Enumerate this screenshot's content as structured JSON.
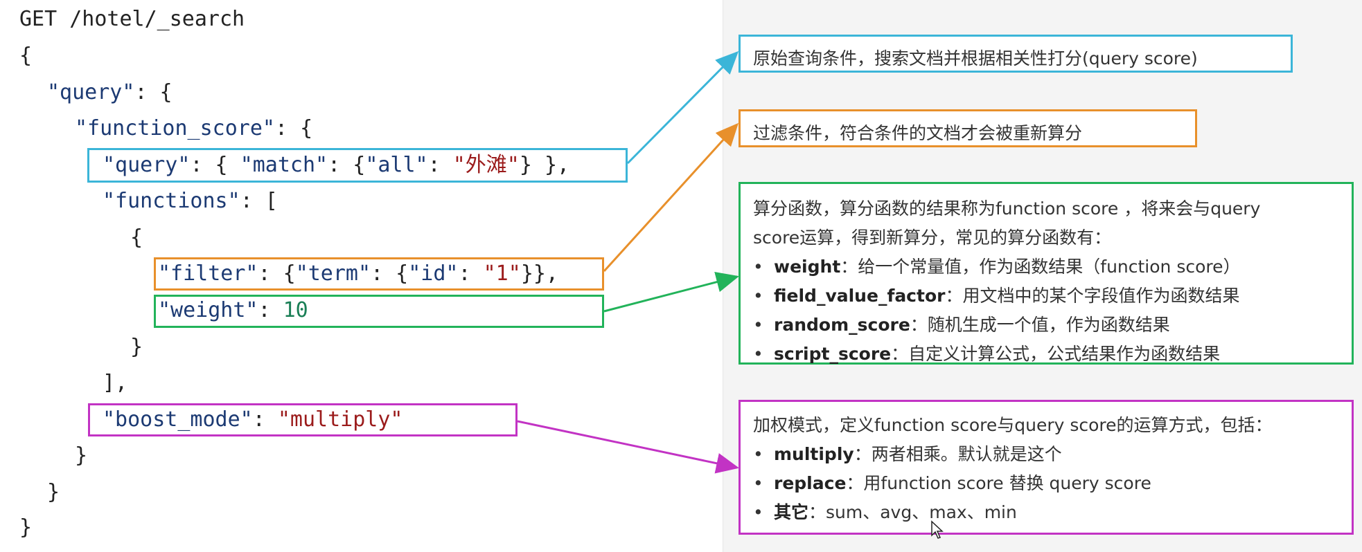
{
  "colors": {
    "query_box": "#3bb5d8",
    "filter_box": "#e8902b",
    "weight_box": "#22b35a",
    "boost_box": "#c233c4",
    "key": "#1c3a73",
    "string": "#9b1b1b",
    "number": "#1a7f56"
  },
  "code": {
    "request_line": "GET /hotel/_search",
    "brace_open": "{",
    "query_key": "\"query\"",
    "function_score_key": "\"function_score\"",
    "inner_query_key": "\"query\"",
    "match_key": "\"match\"",
    "all_key": "\"all\"",
    "all_value": "\"外滩\"",
    "functions_key": "\"functions\"",
    "filter_key": "\"filter\"",
    "term_key": "\"term\"",
    "id_key": "\"id\"",
    "id_value": "\"1\"",
    "weight_key": "\"weight\"",
    "weight_value": "10",
    "boost_mode_key": "\"boost_mode\"",
    "boost_mode_value": "\"multiply\"",
    "brace_close": "}"
  },
  "notes": {
    "query_note": "原始查询条件，搜索文档并根据相关性打分(query score)",
    "filter_note": "过滤条件，符合条件的文档才会被重新算分",
    "functions_note": {
      "intro_line1": "算分函数，算分函数的结果称为function score ，将来会与query",
      "intro_line2": "score运算，得到新算分，常见的算分函数有：",
      "bullet_char": "•",
      "items": [
        {
          "term": "weight",
          "desc": "：给一个常量值，作为函数结果（function score）"
        },
        {
          "term": "field_value_factor",
          "desc": "：用文档中的某个字段值作为函数结果"
        },
        {
          "term": "random_score",
          "desc": "：随机生成一个值，作为函数结果"
        },
        {
          "term": "script_score",
          "desc": "：自定义计算公式，公式结果作为函数结果"
        }
      ]
    },
    "boost_note": {
      "intro": "加权模式，定义function score与query score的运算方式，包括：",
      "items": [
        {
          "term": "multiply",
          "desc": "：两者相乘。默认就是这个"
        },
        {
          "term": "replace",
          "desc": "：用function score 替换 query score"
        },
        {
          "term": "其它",
          "desc": "：sum、avg、max、min"
        }
      ]
    }
  }
}
